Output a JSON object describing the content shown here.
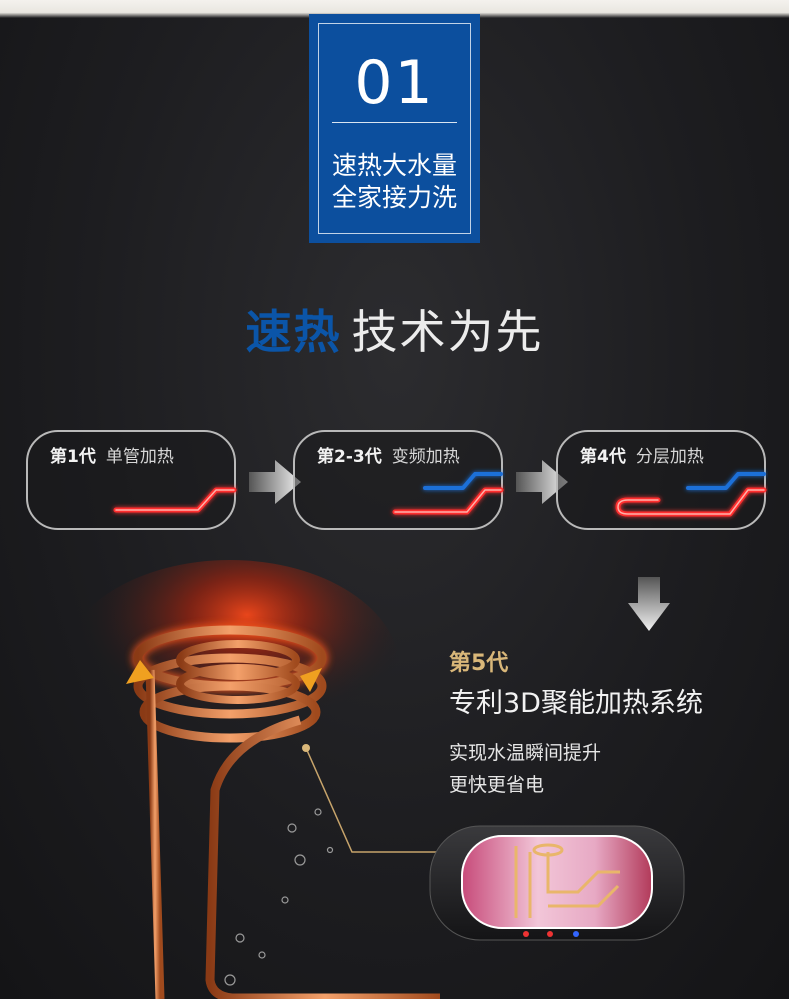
{
  "badge": {
    "number": "01",
    "line1": "速热大水量",
    "line2": "全家接力洗"
  },
  "headline": {
    "highlight": "速热",
    "rest": "技术为先"
  },
  "generations": [
    {
      "gen": "第1代",
      "desc": "单管加热"
    },
    {
      "gen": "第2-3代",
      "desc": "变频加热"
    },
    {
      "gen": "第4代",
      "desc": "分层加热"
    }
  ],
  "fifth": {
    "gen": "第5代",
    "title": "专利3D聚能加热系统",
    "desc1": "实现水温瞬间提升",
    "desc2": "更快更省电"
  },
  "colors": {
    "badge": "#0c4f9e",
    "accent_blue": "#0b55a8",
    "gold": "#d9b779",
    "hot_red": "#ff2a2a",
    "cold_blue": "#1f6fd8"
  },
  "icons": [
    "arrow-right-icon",
    "arrow-down-icon",
    "heating-coil-icon",
    "water-heater-icon"
  ]
}
